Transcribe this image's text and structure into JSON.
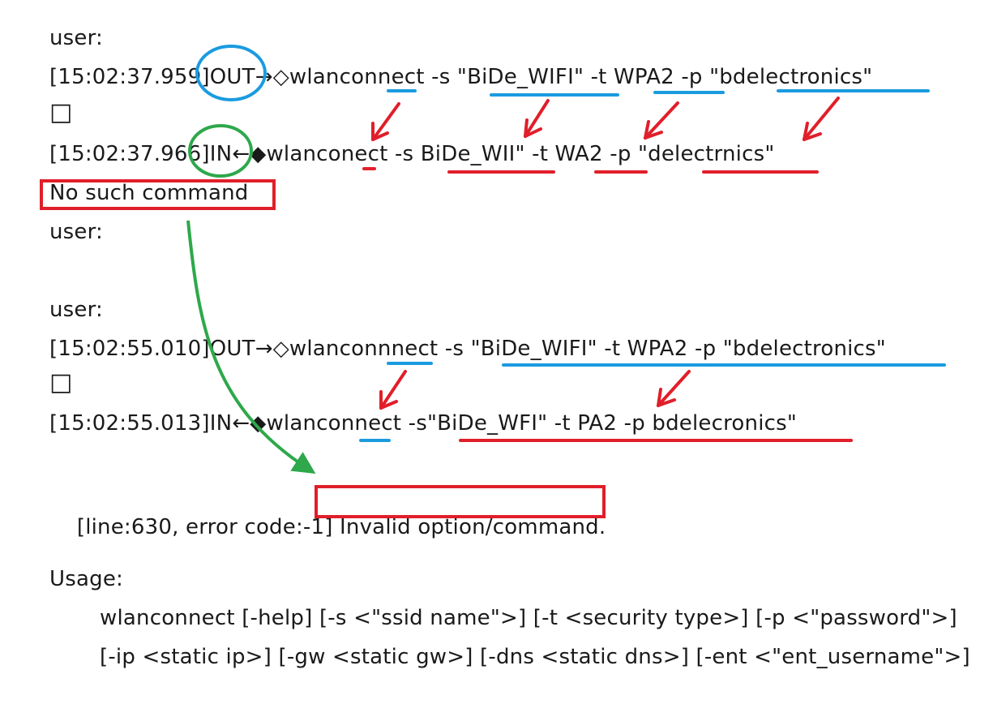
{
  "log": {
    "block1": {
      "prompt1": "user:",
      "out_line": "[15:02:37.959]OUT→◇wlanconnect -s \"BiDe_WIFI\" -t WPA2 -p \"bdelectronics\"",
      "box_glyph": "□",
      "in_line": "[15:02:37.966]IN←◆wlanconect -s BiDe_WII\" -t WA2 -p \"delectrnics\"",
      "error": "No such command",
      "prompt2": "user:"
    },
    "block2": {
      "prompt": "user:",
      "out_line": "[15:02:55.010]OUT→◇wlanconnnect -s \"BiDe_WIFI\" -t WPA2 -p \"bdelectronics\"",
      "box_glyph": "□",
      "in_line": "[15:02:55.013]IN←◆wlanconnect -s\"BiDe_WFI\" -t PA2 -p bdelecronics\"",
      "error_prefix": "[line:630, error code:-1]",
      "error_message": "Invalid option/command."
    },
    "usage": {
      "title": "Usage:",
      "line1": "wlanconnect [-help] [-s <\"ssid name\">] [-t <security type>] [-p <\"password\">]",
      "line2": "[-ip <static ip>] [-gw <static gw>] [-dns <static dns>] [-ent <\"ent_username\">]"
    }
  },
  "annotation_colors": {
    "blue": "#1a9be0",
    "red": "#e01f2a",
    "green": "#2ea84a"
  }
}
